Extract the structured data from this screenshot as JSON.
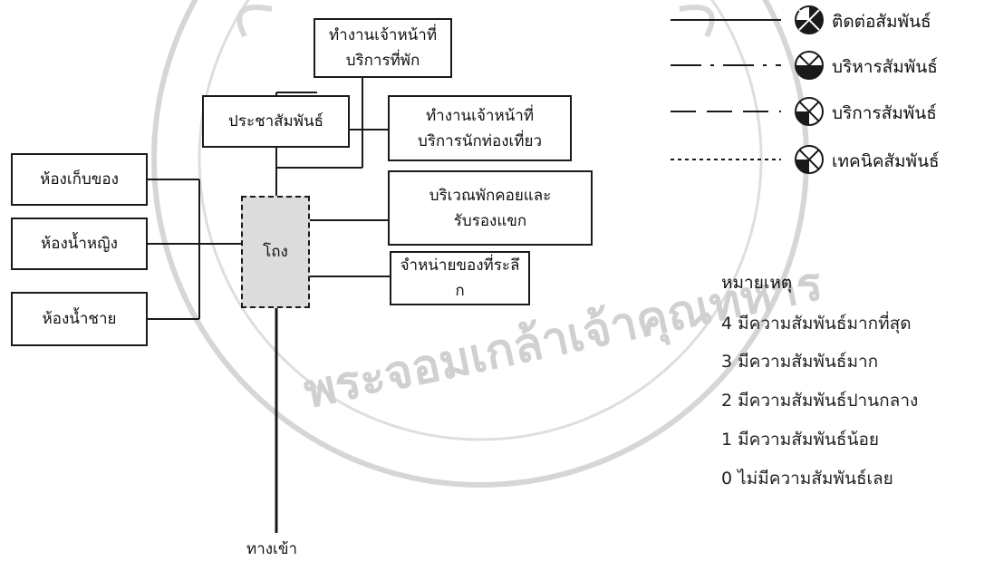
{
  "watermark": {
    "bottom_text": "พระจอมเกล้าเจ้าคุณทหาร"
  },
  "boxes": {
    "staff_lodging": [
      "ทำงานเจ้าหน้าที่",
      "บริการที่พัก"
    ],
    "public_relations": "ประชาสัมพันธ์",
    "staff_tourist": [
      "ทำงานเจ้าหน้าที่",
      "บริการนักท่องเที่ยว"
    ],
    "reception": [
      "บริเวณพักคอยและ",
      "รับรองแขก"
    ],
    "lobby": "โถง",
    "souvenir": [
      "จำหน่ายของที่ระลึ",
      "ก"
    ],
    "storage": "ห้องเก็บของ",
    "women_restroom": "ห้องน้ำหญิง",
    "men_restroom": "ห้องน้ำชาย"
  },
  "entrance": "ทางเข้า",
  "legend": [
    {
      "line": "solid",
      "label": "ติดต่อสัมพันธ์"
    },
    {
      "line": "dash-dot",
      "label": "บริหารสัมพันธ์"
    },
    {
      "line": "dashed",
      "label": "บริการสัมพันธ์"
    },
    {
      "line": "dotted",
      "label": "เทคนิคสัมพันธ์"
    }
  ],
  "notes": {
    "title": "หมายเหตุ",
    "items": [
      "4 มีความสัมพันธ์มากที่สุด",
      "3 มีความสัมพันธ์มาก",
      "2 มีความสัมพันธ์ปานกลาง",
      "1 มีความสัมพันธ์น้อย",
      "0 ไม่มีความสัมพันธ์เลย"
    ]
  },
  "colors": {
    "line": "#1a1a1a",
    "lobby_fill": "#dcdcdc",
    "watermark": "#d0d0d0"
  }
}
